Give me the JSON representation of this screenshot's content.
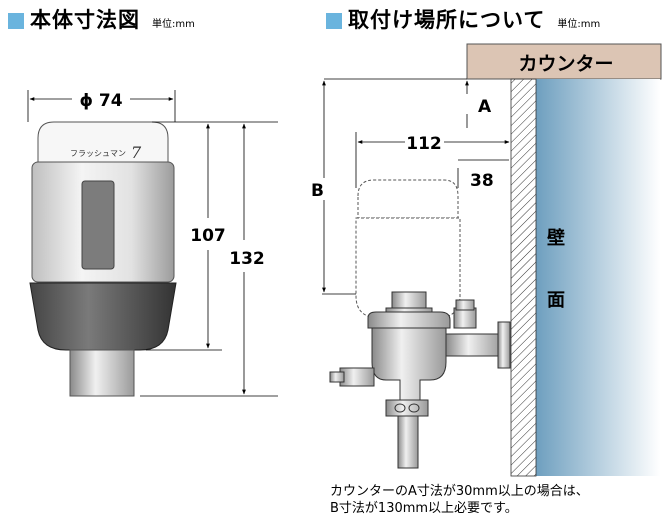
{
  "left_section": {
    "title": "本体寸法図",
    "unit": "単位:mm",
    "diameter_label": "ϕ 74",
    "height_inner": "107",
    "height_outer": "132",
    "product_logo": "フラッシュマン"
  },
  "right_section": {
    "title": "取付け場所について",
    "unit": "単位:mm",
    "counter_label": "カウンター",
    "wall_label_1": "壁",
    "wall_label_2": "面",
    "dim_a": "A",
    "dim_b": "B",
    "dim_112": "112",
    "dim_38": "38"
  },
  "note": {
    "line1": "カウンターのA寸法が30mm以上の場合は、",
    "line2": "B寸法が130mm以上必要です。"
  },
  "colors": {
    "accent_square": "#6ab4de",
    "counter_fill": "#dcc5b4",
    "wall_gradient_start": "#6e9fbf",
    "wall_gradient_end": "#ffffff"
  }
}
